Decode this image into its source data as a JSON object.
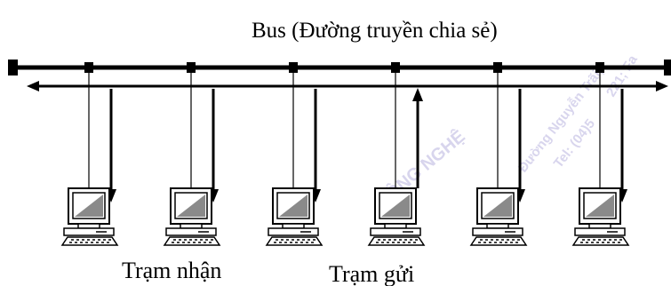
{
  "diagram": {
    "title": "Bus (Đường truyền chia sẻ)",
    "receiver_label": "Trạm nhận",
    "sender_label": "Trạm gửi",
    "stations": [
      {
        "role": "receive"
      },
      {
        "role": "receive"
      },
      {
        "role": "receive"
      },
      {
        "role": "send"
      },
      {
        "role": "receive"
      },
      {
        "role": "receive"
      }
    ],
    "colors": {
      "line": "#000000",
      "screen": "#8a8a8a",
      "monitor_face": "#ffffff",
      "watermark": "#a9a3d8"
    }
  },
  "watermark": {
    "text_1": "CÔNG NGHỆ",
    "text_2": "Đường Nguyễn Trãi,",
    "text_3": "Tel: (04)5",
    "text_4": "221; Fa"
  }
}
